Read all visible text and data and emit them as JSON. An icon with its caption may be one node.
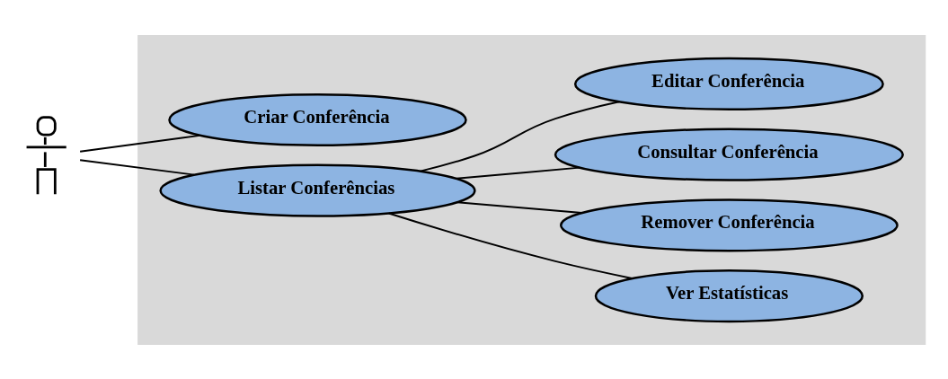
{
  "diagram": {
    "nodes": [
      {
        "text": [],
        "shape": "person"
      },
      {
        "text": [],
        "shape": "box"
      },
      {
        "text": [
          "Criar Conferência"
        ],
        "in": 1
      },
      {
        "text": [
          "Listar Conferências"
        ],
        "in": 1
      },
      {
        "text": [
          "Editar Conferência"
        ],
        "in": 1
      },
      {
        "text": [
          "Consultar Conferência"
        ],
        "in": 1
      },
      {
        "text": [
          "Remover Conferência"
        ],
        "in": 1
      },
      {
        "text": [
          "Ver Estatísticas"
        ],
        "in": 1
      }
    ],
    "edges": [
      {
        "from": 0,
        "to": 2,
        "arrow": "none"
      },
      {
        "from": 0,
        "to": 3,
        "arrow": "none"
      },
      {
        "from": 3,
        "to": 4,
        "arrow": "none"
      },
      {
        "from": 3,
        "to": 5,
        "arrow": "none"
      },
      {
        "from": 3,
        "to": 6,
        "arrow": "none"
      },
      {
        "from": 3,
        "to": 7,
        "arrow": "none"
      }
    ]
  }
}
